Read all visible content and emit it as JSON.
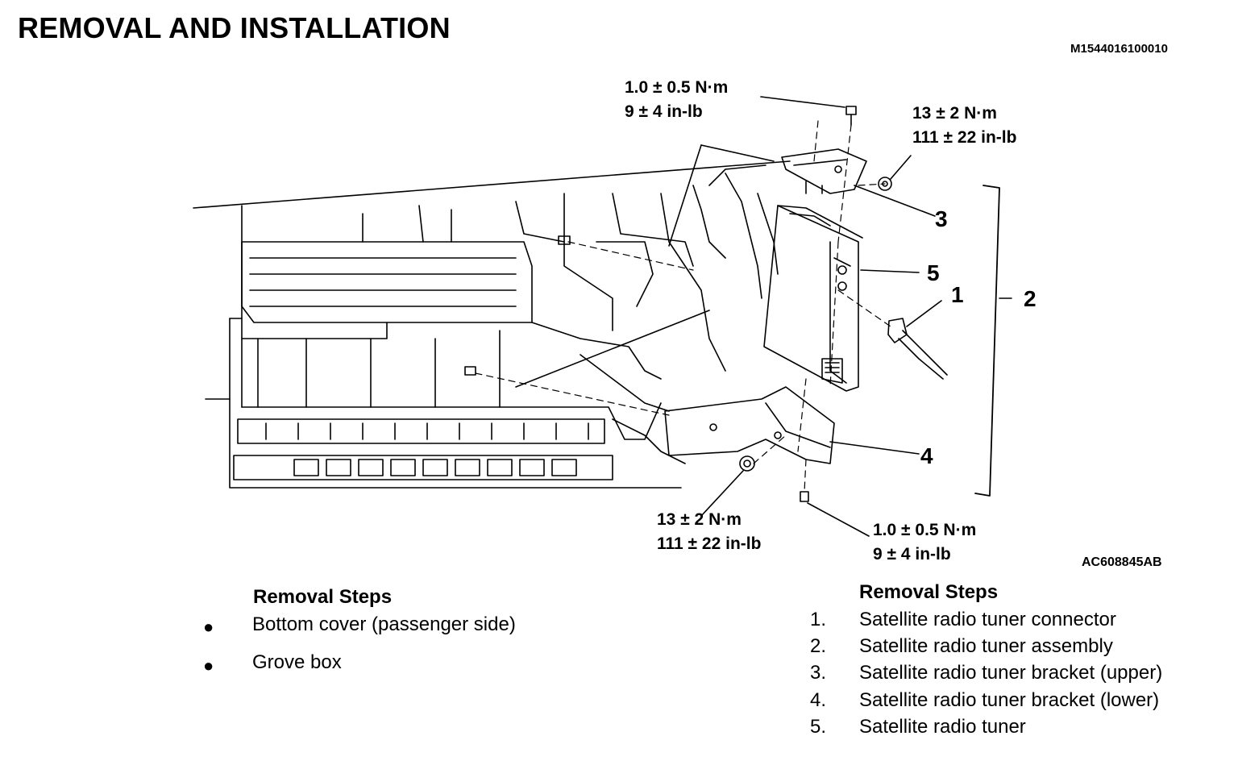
{
  "title": "REMOVAL AND INSTALLATION",
  "doc_id": "M1544016100010",
  "figure_id": "AC608845AB",
  "torque_specs": {
    "top_left": {
      "line1": "1.0 ± 0.5 N·m",
      "line2": "9 ± 4 in-lb"
    },
    "top_right": {
      "line1": "13 ± 2 N·m",
      "line2": "111 ± 22 in-lb"
    },
    "bottom_left": {
      "line1": "13 ± 2 N·m",
      "line2": "111 ± 22 in-lb"
    },
    "bottom_right": {
      "line1": "1.0 ± 0.5 N·m",
      "line2": "9 ± 4 in-lb"
    }
  },
  "callouts": {
    "c1": "1",
    "c2": "2",
    "c3": "3",
    "c4": "4",
    "c5": "5"
  },
  "pre_removal": {
    "heading": "Removal Steps",
    "items": [
      "Bottom cover (passenger side)",
      "Grove box"
    ]
  },
  "removal": {
    "heading": "Removal Steps",
    "items": [
      {
        "num": "1.",
        "text": "Satellite radio tuner connector"
      },
      {
        "num": "2.",
        "text": "Satellite radio tuner assembly"
      },
      {
        "num": "3.",
        "text": "Satellite radio tuner bracket (upper)"
      },
      {
        "num": "4.",
        "text": "Satellite radio tuner bracket (lower)"
      },
      {
        "num": "5.",
        "text": "Satellite radio tuner"
      }
    ]
  }
}
